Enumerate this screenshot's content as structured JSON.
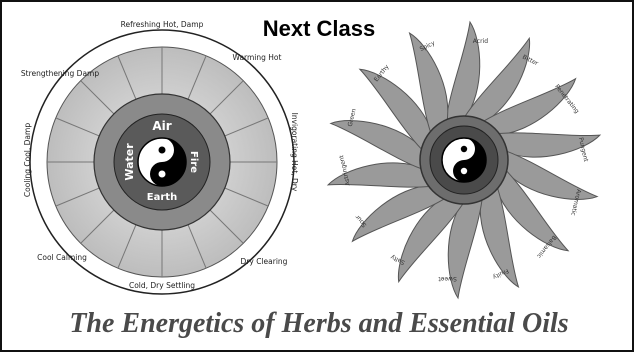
{
  "header": {
    "title": "Next Class"
  },
  "wheel": {
    "outer_labels": [
      "Refreshing Hot, Damp",
      "Warming Hot",
      "Invigorating Hot, Dry",
      "Dry Clearing",
      "Cold, Dry Settling",
      "Cool Calming",
      "Cooling Cool, Damp",
      "Strengthening Damp"
    ],
    "elements": {
      "air": "Air",
      "fire": "Fire",
      "earth": "Earth",
      "water": "Water"
    }
  },
  "star": {
    "petal_labels": [
      "Acrid",
      "Bitter",
      "Penetrating",
      "Pungent",
      "Aromatic",
      "Balsamic",
      "Fruity",
      "Sweet",
      "Salty",
      "Sour",
      "Astringent",
      "Green",
      "Earthy",
      "Spicy"
    ]
  },
  "footer": {
    "caption": "The Energetics of Herbs and Essential Oils"
  },
  "colors": {
    "ink": "#111111",
    "caption": "#4a4a4a",
    "petal": "#9a9a9a"
  }
}
